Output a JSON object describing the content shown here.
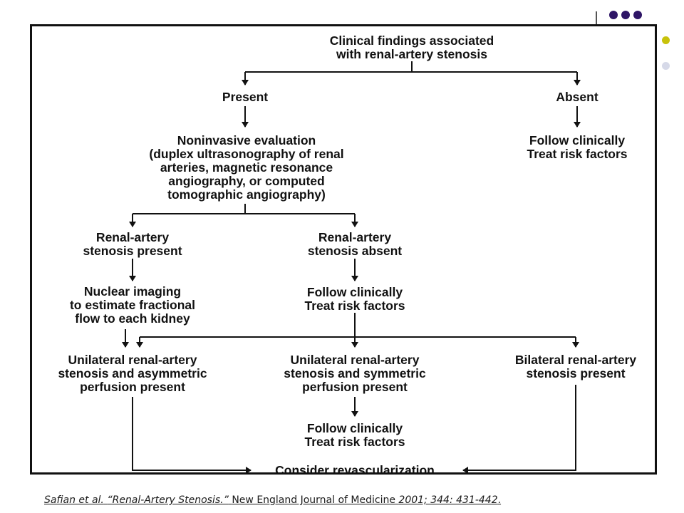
{
  "theme": {
    "dot_color": "#2e1566",
    "accent_dot_color": "#c8c20a",
    "light_dot_color": "#d6d9e8"
  },
  "flowchart": {
    "nodes": {
      "root": [
        "Clinical findings associated",
        "with renal-artery stenosis"
      ],
      "present": [
        "Present"
      ],
      "absent": [
        "Absent"
      ],
      "noninvasive": [
        "Noninvasive evaluation",
        "(duplex ultrasonography of renal",
        "arteries, magnetic resonance",
        "angiography, or computed",
        "tomographic angiography)"
      ],
      "follow_absent": [
        "Follow clinically",
        "Treat risk factors"
      ],
      "stenosis_present": [
        "Renal-artery",
        "stenosis present"
      ],
      "stenosis_absent": [
        "Renal-artery",
        "stenosis absent"
      ],
      "nuclear": [
        "Nuclear imaging",
        "to estimate fractional",
        "flow to each kidney"
      ],
      "follow_stenosis_absent": [
        "Follow clinically",
        "Treat risk factors"
      ],
      "unilateral_asym": [
        "Unilateral renal-artery",
        "stenosis and asymmetric",
        "perfusion present"
      ],
      "unilateral_sym": [
        "Unilateral renal-artery",
        "stenosis and symmetric",
        "perfusion present"
      ],
      "bilateral": [
        "Bilateral renal-artery",
        "stenosis present"
      ],
      "follow_sym": [
        "Follow clinically",
        "Treat risk factors"
      ],
      "revasc": [
        "Consider revascularization"
      ]
    }
  },
  "citation": {
    "authors": "Safian et al.",
    "title": "“Renal-Artery Stenosis.”",
    "journal": "New England Journal of Medicine",
    "ref": "2001; 344: 431-442",
    "end": "."
  }
}
